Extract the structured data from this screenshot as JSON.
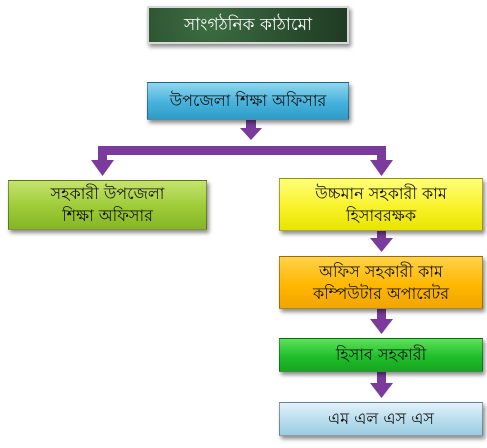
{
  "title": "সাংগঠনিক কাঠামো",
  "nodes": {
    "upazila_education_officer": "উপজেলা শিক্ষা অফিসার",
    "assistant_upazila_education_officer": "সহকারী উপজেলা\nশিক্ষা অফিসার",
    "upper_division_assistant_accountant": "উচ্চমান সহকারী কাম\nহিসাবরক্ষক",
    "office_assistant_computer_operator": "অফিস সহকারী কাম\nকম্পিউটার অপারেটর",
    "accounts_assistant": "হিসাব সহকারী",
    "mlss": "এম এল এস এস"
  },
  "colors": {
    "connector": "#7a3b9c",
    "title_bg": "#2a4d2e",
    "top_box": "#46b2dc",
    "left_box": "#9ccb36",
    "right_box_1": "#f8f22a",
    "right_box_2": "#ffb800",
    "right_box_3": "#1fbf2a",
    "right_box_4": "#b7dcec"
  }
}
